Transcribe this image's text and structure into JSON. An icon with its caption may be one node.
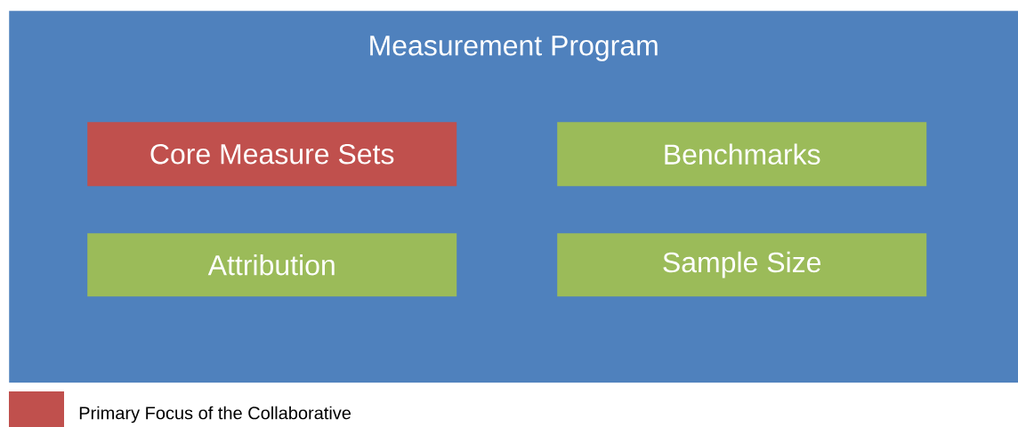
{
  "diagram": {
    "nodes": [
      {
        "text": [
          "Measurement Program"
        ]
      },
      {
        "text": [
          "Core Measure Sets"
        ],
        "in": 0
      },
      {
        "text": [
          "Benchmarks"
        ],
        "in": 0
      },
      {
        "text": [
          "Attribution"
        ],
        "in": 0
      },
      {
        "text": [
          "Sample Size"
        ],
        "in": 0
      }
    ],
    "legend": [
      {
        "text": "Primary Focus of the Collaborative",
        "color": "#c0504d"
      }
    ]
  }
}
